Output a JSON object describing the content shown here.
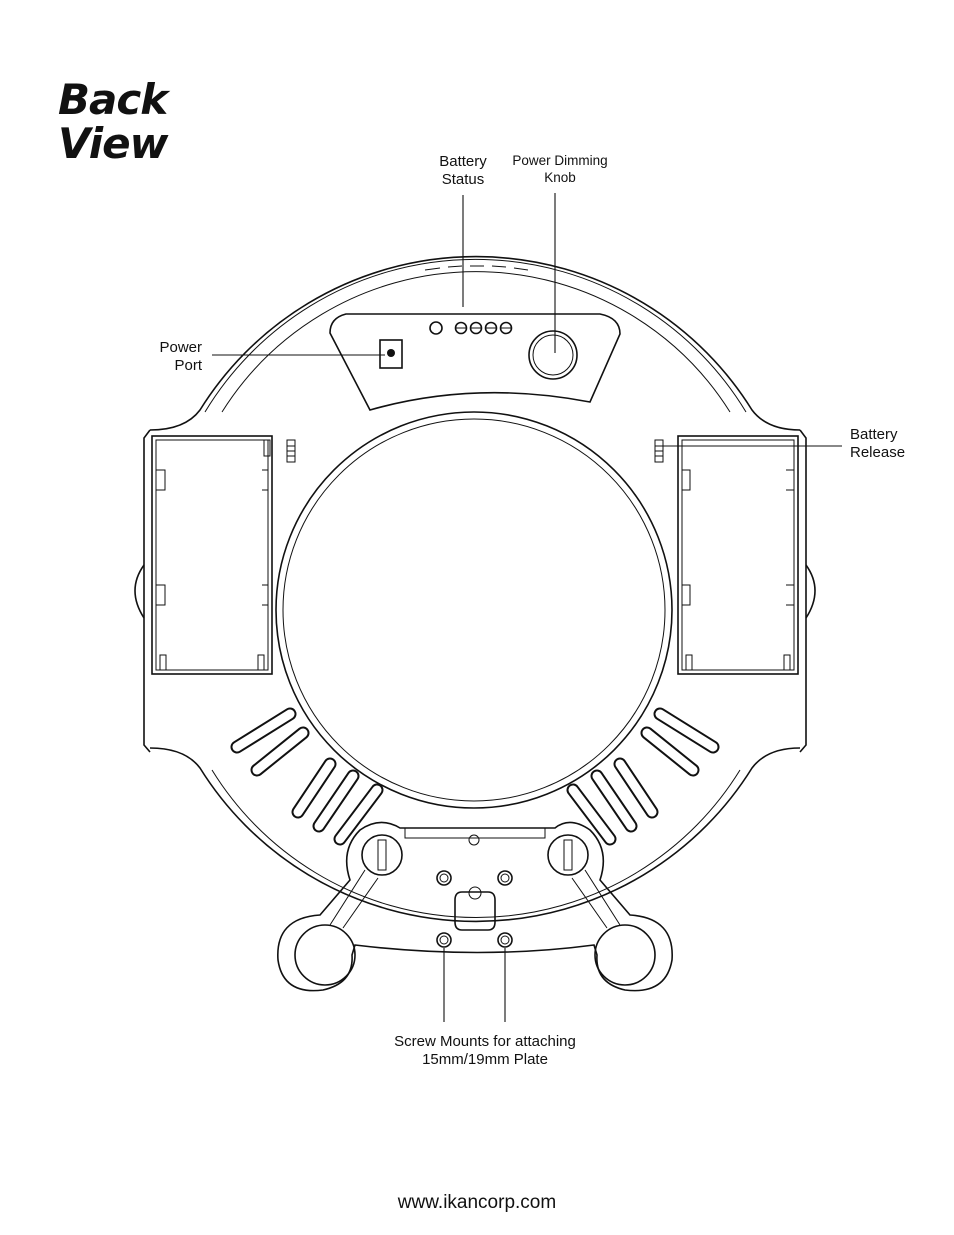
{
  "title": {
    "line1": "Back",
    "line2": "View"
  },
  "labels": {
    "battery_status": {
      "line1": "Battery",
      "line2": "Status"
    },
    "power_dimming_knob": {
      "line1": "Power Dimming",
      "line2": "Knob"
    },
    "power_port": {
      "line1": "Power",
      "line2": "Port"
    },
    "battery_release": {
      "line1": "Battery",
      "line2": "Release"
    },
    "screw_mounts": {
      "line1": "Screw Mounts for attaching",
      "line2": "15mm/19mm Plate"
    }
  },
  "footer": {
    "url": "www.ikancorp.com"
  }
}
